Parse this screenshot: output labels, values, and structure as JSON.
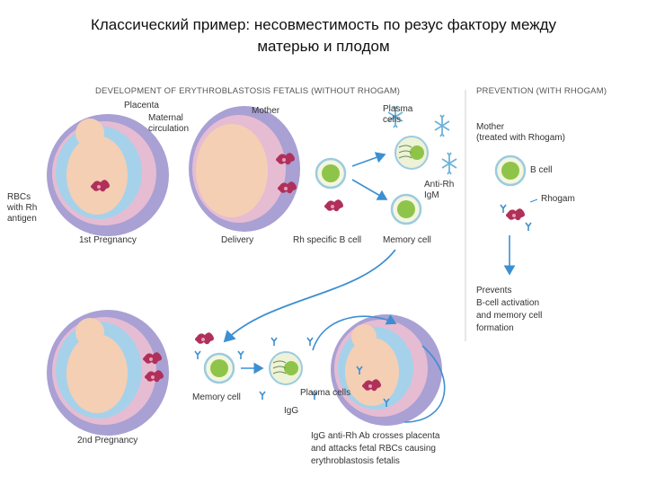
{
  "title_line1": "Классический пример: несовместимость по резус фактору между",
  "title_line2": "матерью и плодом",
  "header_left": "DEVELOPMENT OF ERYTHROBLASTOSIS FETALIS (WITHOUT RHOGAM)",
  "header_right": "PREVENTION (WITH RHOGAM)",
  "labels": {
    "placenta": "Placenta",
    "maternal1": "Maternal",
    "maternal2": "circulation",
    "rbcs1": "RBCs",
    "rbcs2": "with Rh",
    "rbcs3": "antigen",
    "first_pregnancy": "1st Pregnancy",
    "mother": "Mother",
    "delivery": "Delivery",
    "plasma1": "Plasma",
    "plasma2": "cells",
    "anti_rh1": "Anti-Rh",
    "anti_rh2": "IgM",
    "rh_specific_b": "Rh specific B cell",
    "memory_cell_top": "Memory cell",
    "mother_treated1": "Mother",
    "mother_treated2": "(treated with Rhogam)",
    "b_cell": "B cell",
    "rhogam": "Rhogam",
    "prevents1": "Prevents",
    "prevents2": "B-cell activation",
    "prevents3": "and memory cell",
    "prevents4": "formation",
    "memory_cell_bottom": "Memory cell",
    "plasma_cells_bottom": "Plasma cells",
    "igg": "IgG",
    "second_pregnancy": "2nd Pregnancy",
    "caption1": "IgG anti-Rh Ab crosses placenta",
    "caption2": "and attacks fetal RBCs causing",
    "caption3": "erythroblastosis fetalis"
  }
}
